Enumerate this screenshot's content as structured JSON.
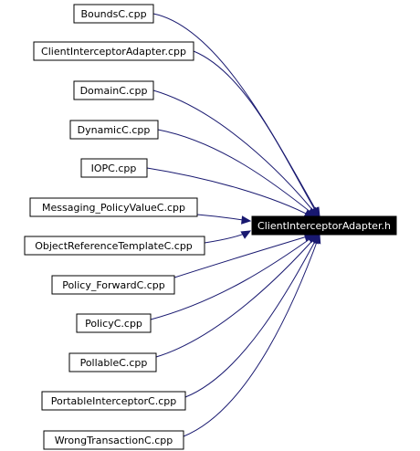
{
  "diagram": {
    "target": {
      "label": "ClientInterceptorAdapter.h"
    },
    "sources": [
      {
        "label": "BoundsC.cpp"
      },
      {
        "label": "ClientInterceptorAdapter.cpp"
      },
      {
        "label": "DomainC.cpp"
      },
      {
        "label": "DynamicC.cpp"
      },
      {
        "label": "IOPC.cpp"
      },
      {
        "label": "Messaging_PolicyValueC.cpp"
      },
      {
        "label": "ObjectReferenceTemplateC.cpp"
      },
      {
        "label": "Policy_ForwardC.cpp"
      },
      {
        "label": "PolicyC.cpp"
      },
      {
        "label": "PollableC.cpp"
      },
      {
        "label": "PortableInterceptorC.cpp"
      },
      {
        "label": "WrongTransactionC.cpp"
      }
    ],
    "colors": {
      "edge": "#191970",
      "target_fill": "#000000",
      "target_text": "#ffffff",
      "node_fill": "#ffffff",
      "node_border": "#000000"
    }
  }
}
